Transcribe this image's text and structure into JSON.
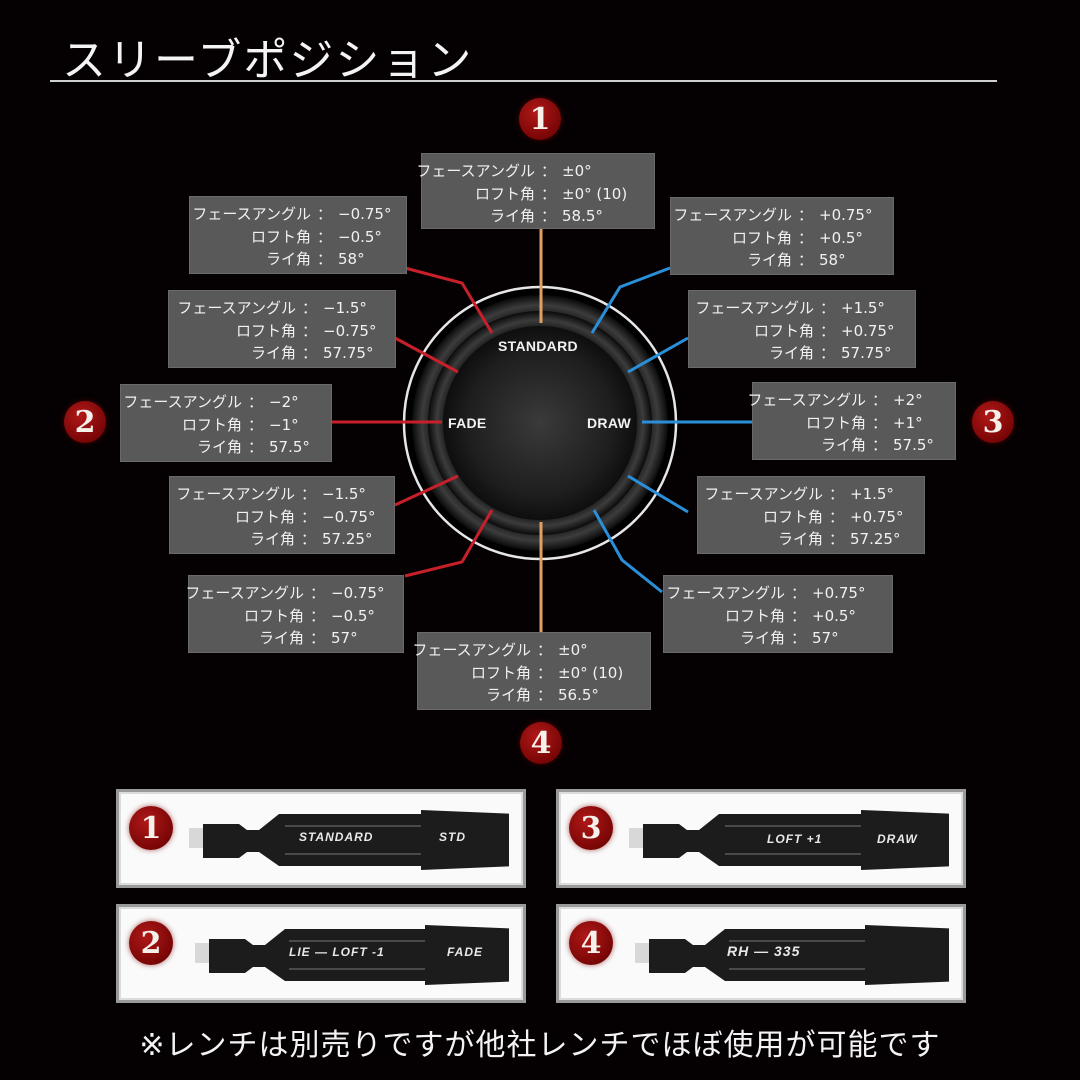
{
  "header": {
    "title": "スリーブポジション"
  },
  "dial": {
    "labels": {
      "top": "STANDARD",
      "left": "FADE",
      "right": "DRAW"
    },
    "colors": {
      "fade_line": "#c8202a",
      "draw_line": "#2a8fd8",
      "standard_line": "#e0a060",
      "box_bg": "#595959",
      "badge": "#8a0a0a"
    }
  },
  "badges": [
    "1",
    "2",
    "3",
    "4"
  ],
  "positions": [
    {
      "id": "top",
      "face_label": "フェースアングル",
      "face": "±0°",
      "loft_label": "ロフト角",
      "loft": "±0° (10)",
      "lie_label": "ライ角",
      "lie": "58.5°"
    },
    {
      "id": "upper-left-1",
      "face_label": "フェースアングル",
      "face": "−0.75°",
      "loft_label": "ロフト角",
      "loft": "−0.5°",
      "lie_label": "ライ角",
      "lie": "58°"
    },
    {
      "id": "upper-right-1",
      "face_label": "フェースアングル",
      "face": "+0.75°",
      "loft_label": "ロフト角",
      "loft": "+0.5°",
      "lie_label": "ライ角",
      "lie": "58°"
    },
    {
      "id": "upper-left-2",
      "face_label": "フェースアングル",
      "face": "−1.5°",
      "loft_label": "ロフト角",
      "loft": "−0.75°",
      "lie_label": "ライ角",
      "lie": "57.75°"
    },
    {
      "id": "upper-right-2",
      "face_label": "フェースアングル",
      "face": "+1.5°",
      "loft_label": "ロフト角",
      "loft": "+0.75°",
      "lie_label": "ライ角",
      "lie": "57.75°"
    },
    {
      "id": "left",
      "face_label": "フェースアングル",
      "face": "−2°",
      "loft_label": "ロフト角",
      "loft": "−1°",
      "lie_label": "ライ角",
      "lie": "57.5°"
    },
    {
      "id": "right",
      "face_label": "フェースアングル",
      "face": "+2°",
      "loft_label": "ロフト角",
      "loft": "+1°",
      "lie_label": "ライ角",
      "lie": "57.5°"
    },
    {
      "id": "lower-left-2",
      "face_label": "フェースアングル",
      "face": "−1.5°",
      "loft_label": "ロフト角",
      "loft": "−0.75°",
      "lie_label": "ライ角",
      "lie": "57.25°"
    },
    {
      "id": "lower-right-2",
      "face_label": "フェースアングル",
      "face": "+1.5°",
      "loft_label": "ロフト角",
      "loft": "+0.75°",
      "lie_label": "ライ角",
      "lie": "57.25°"
    },
    {
      "id": "lower-left-1",
      "face_label": "フェースアングル",
      "face": "−0.75°",
      "loft_label": "ロフト角",
      "loft": "−0.5°",
      "lie_label": "ライ角",
      "lie": "57°"
    },
    {
      "id": "lower-right-1",
      "face_label": "フェースアングル",
      "face": "+0.75°",
      "loft_label": "ロフト角",
      "loft": "+0.5°",
      "lie_label": "ライ角",
      "lie": "57°"
    },
    {
      "id": "bottom",
      "face_label": "フェースアングル",
      "face": "±0°",
      "loft_label": "ロフト角",
      "loft": "±0° (10)",
      "lie_label": "ライ角",
      "lie": "56.5°"
    }
  ],
  "sleeves": [
    {
      "number": "1",
      "left_text": "STANDARD",
      "right_text": "STD"
    },
    {
      "number": "3",
      "left_text": "LOFT +1",
      "right_text": "DRAW"
    },
    {
      "number": "2",
      "left_text": "LIE — LOFT -1",
      "right_text": "FADE"
    },
    {
      "number": "4",
      "left_text": "RH — 335",
      "right_text": ""
    }
  ],
  "footer": {
    "note": "※レンチは別売りですが他社レンチでほぼ使用が可能です"
  }
}
